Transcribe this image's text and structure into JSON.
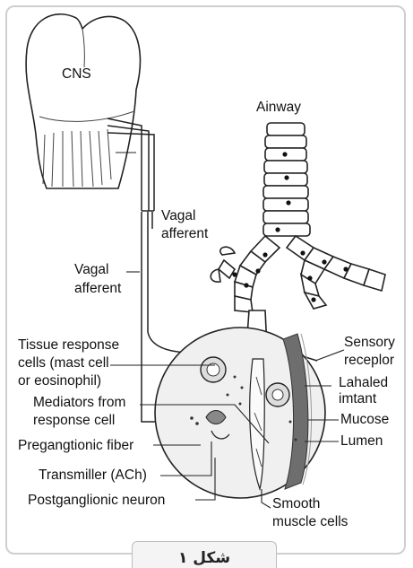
{
  "labels": {
    "cns": "CNS",
    "airway": "Ainway",
    "vagal_afferent_1_line1": "Vagal",
    "vagal_afferent_1_line2": "afferent",
    "vagal_afferent_2_line1": "Vagal",
    "vagal_afferent_2_line2": "afferent",
    "tissue_response_line1": "Tissue response",
    "tissue_response_line2": "cells (mast cell",
    "tissue_response_line3": "or eosinophil)",
    "mediators_line1": "Mediators from",
    "mediators_line2": "response cell",
    "preganglionic": "Pregangtionic fiber",
    "transmitter": "Transmiller (ACh)",
    "postganglionic": "Postganglionic neuron",
    "sensory_line1": "Sensory",
    "sensory_line2": "receplor",
    "inhaled_line1": "Lahaled",
    "inhaled_line2": "imtant",
    "mucose": "Mucose",
    "lumen": "Lumen",
    "smooth_line1": "Smooth",
    "smooth_line2": "muscle cells"
  },
  "caption": "شکل ۱"
}
